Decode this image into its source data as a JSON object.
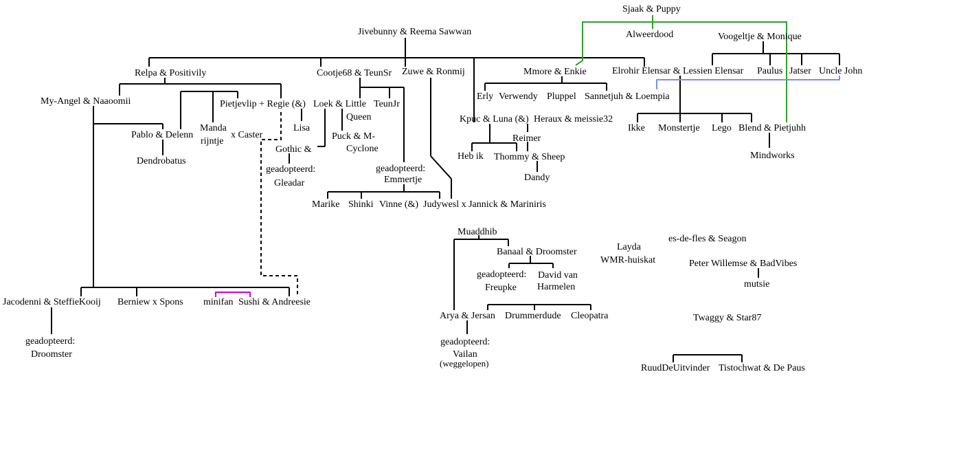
{
  "diagram": {
    "line_colors": {
      "default": "#000000",
      "green": "#2ca02c",
      "blue": "#7b8fe8",
      "magenta": "#d000d0"
    },
    "labels": {
      "sjaak_puppy": "Sjaak & Puppy",
      "alweerdood": "Alweerdood",
      "jivebunny_reema": "Jivebunny & Reema Sawwan",
      "voogeltje_monique": "Voogeltje & Monique",
      "relpa_positivity": "Relpa & Positivily",
      "cootje_teunsr": "Cootje68 & TeunSr",
      "zuwe_ronmij": "Zuwe & Ronmij",
      "mmore_enkie": "Mmore & Enkie",
      "elrohir_lessien": "Elrohir Elensar & Lessien Elensar",
      "paulus": "Paulus",
      "jatser": "Jatser",
      "uncle_john": "Uncle John",
      "myangel_naaoomii": "My-Angel  & Naaoomii",
      "pietjevlip_regie": "Pietjevlip + Regie (&)",
      "loek_little": "Loek & Little",
      "teunjr": "TeunJr",
      "queen": "Queen",
      "erly": "Erly",
      "verwendy": "Verwendy",
      "pluppel": "Pluppel",
      "sannetjuh_loempia": "Sannetjuh & Loempia",
      "kpuc_luna": "Kpuc & Luna (&)",
      "heraux_meissie": "Heraux & meissie32",
      "ikke": "Ikke",
      "monstertje": "Monstertje",
      "lego": "Lego",
      "blend_pietjuhh": "Blend & Pietjuhh",
      "pablo_delenn": "Pablo & Delenn",
      "manda": "Manda",
      "rijntje": "rijntje",
      "x_caster": "x Caster",
      "lisa": "Lisa",
      "puck_m": "Puck & M-",
      "cyclone": "Cyclone",
      "reimer": "Reimer",
      "gothic": "Gothic &",
      "dendrobatus": "Dendrobatus",
      "heb_ik": "Heb ik",
      "thommy_sheep": "Thommy & Sheep",
      "mindworks": "Mindworks",
      "geadopteerd_gleadar_1": "geadopteerd:",
      "geadopteerd_gleadar_2": "Gleadar",
      "geadopteerd_emmertje_1": "geadopteerd:",
      "geadopteerd_emmertje_2": "Emmertje",
      "dandy": "Dandy",
      "marike": "Marike",
      "shinki": "Shinki",
      "vinne": "Vinne (&)",
      "judywesl": "Judywesl x Jannick & Mariniris",
      "muaddhib": "Muaddhib",
      "banaal_droomster": "Banaal & Droomster",
      "layda": "Layda",
      "wmr_huiskat": "WMR-huiskat",
      "esdefles_seagon": "es-de-fles & Seagon",
      "peter_badvibes": "Peter Willemse & BadVibes",
      "geadopteerd_freupke_1": "geadopteerd:",
      "geadopteerd_freupke_2": "Freupke",
      "david_1": "David van",
      "david_2": "Harmelen",
      "mutsie": "mutsie",
      "jacodenni_steffie": "Jacodenni & SteffieKooij",
      "berniew_spons": "Berniew x Spons",
      "minifan": "minifan",
      "sushi_andreesie": "Sushi & Andreesie",
      "arya_jersan": "Arya & Jersan",
      "drummerdude": "Drummerdude",
      "cleopatra": "Cleopatra",
      "twaggy_star": "Twaggy & Star87",
      "geadopteerd_droomster_1": "geadopteerd:",
      "geadopteerd_droomster_2": "Droomster",
      "geadopteerd_vailan_1": "geadopteerd:",
      "geadopteerd_vailan_2": "Vailan",
      "weggelopen": "(weggelopen)",
      "ruud": "RuudDeUitvinder",
      "tistochwat": "Tistochwat & De Paus"
    }
  }
}
